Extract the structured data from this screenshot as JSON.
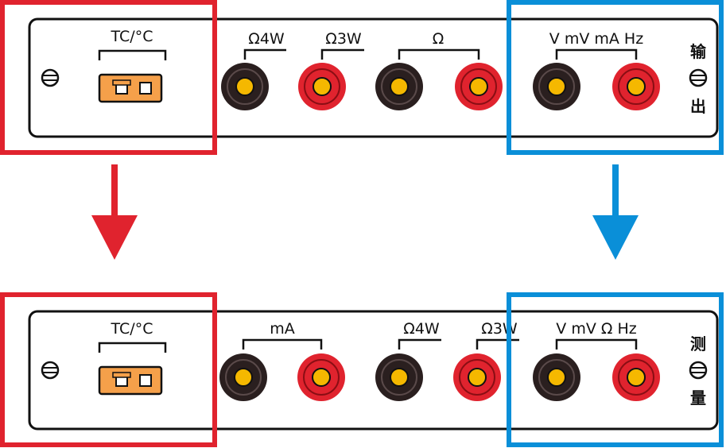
{
  "output_panel": {
    "thermocouple_label": "TC/°C",
    "groups": [
      {
        "label": "Ω4W"
      },
      {
        "label": "Ω3W"
      },
      {
        "label": "Ω"
      },
      {
        "label": "V mV mA Hz"
      }
    ],
    "side_label_top": "输",
    "side_label_bottom": "出"
  },
  "measure_panel": {
    "thermocouple_label": "TC/°C",
    "groups": [
      {
        "label": "mA"
      },
      {
        "label": "Ω4W"
      },
      {
        "label": "Ω3W"
      },
      {
        "label": "V mV Ω Hz"
      }
    ],
    "side_label_top": "测",
    "side_label_bottom": "量"
  },
  "colors": {
    "highlight_left": "#e0232e",
    "highlight_right": "#0a8fd8",
    "jack_black": "#2a1f1f",
    "jack_red": "#e0232e",
    "jack_center": "#f5b800",
    "connector": "#f5a04a"
  }
}
